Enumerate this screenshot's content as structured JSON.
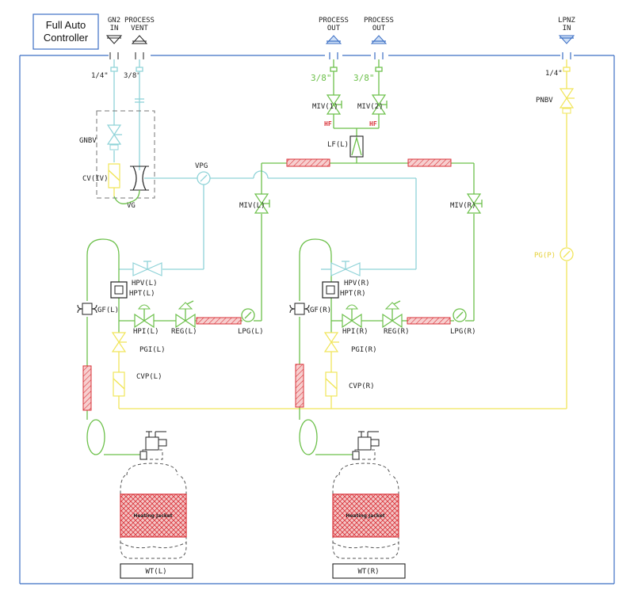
{
  "controller": {
    "line1": "Full Auto",
    "line2": "Controller"
  },
  "ports": {
    "gn2_in": {
      "line1": "GN2",
      "line2": "IN"
    },
    "process_vent": {
      "line1": "PROCESS",
      "line2": "VENT"
    },
    "process_out_1": {
      "line1": "PROCESS",
      "line2": "OUT"
    },
    "process_out_2": {
      "line1": "PROCESS",
      "line2": "OUT"
    },
    "lpn2_in": {
      "line1": "LPNZ",
      "line2": "IN"
    }
  },
  "pipe_sizes": {
    "gn2": "1/4\"",
    "vent": "3/8\"",
    "out1": "3/8\"",
    "out2": "3/8\"",
    "lpn2": "1/4\""
  },
  "labels": {
    "miv1": "MIV(1)",
    "miv2": "MIV(2)",
    "hf1": "HF",
    "hf2": "HF",
    "lf": "LF(L)",
    "gnbv": "GNBV",
    "cviv": "CV(IV)",
    "vg": "VG",
    "vpg": "VPG",
    "miv_l": "MIV(L)",
    "miv_r": "MIV(R)",
    "pnbv": "PNBV",
    "pg_p": "PG(P)",
    "hpv_l": "HPV(L)",
    "hpt_l": "HPT(L)",
    "hpv_r": "HPV(R)",
    "hpt_r": "HPT(R)",
    "gf_l": "GF(L)",
    "gf_r": "GF(R)",
    "hpi_l": "HPI(L)",
    "reg_l": "REG(L)",
    "lpg_l": "LPG(L)",
    "hpi_r": "HPI(R)",
    "reg_r": "REG(R)",
    "lpg_r": "LPG(R)",
    "pgi_l": "PGI(L)",
    "pgi_r": "PGI(R)",
    "cvp_l": "CVP(L)",
    "cvp_r": "CVP(R)",
    "jacket_l": "Heating Jacket",
    "jacket_r": "Heating Jacket",
    "wt_l": "WT(L)",
    "wt_r": "WT(R)"
  },
  "colors": {
    "process_line": "#6cc04a",
    "vent_line": "#8fd3d8",
    "purge_line": "#f1e55a",
    "frame": "#3c6fc4",
    "heater": "#d9333a",
    "flag_text": "#d9333a"
  }
}
